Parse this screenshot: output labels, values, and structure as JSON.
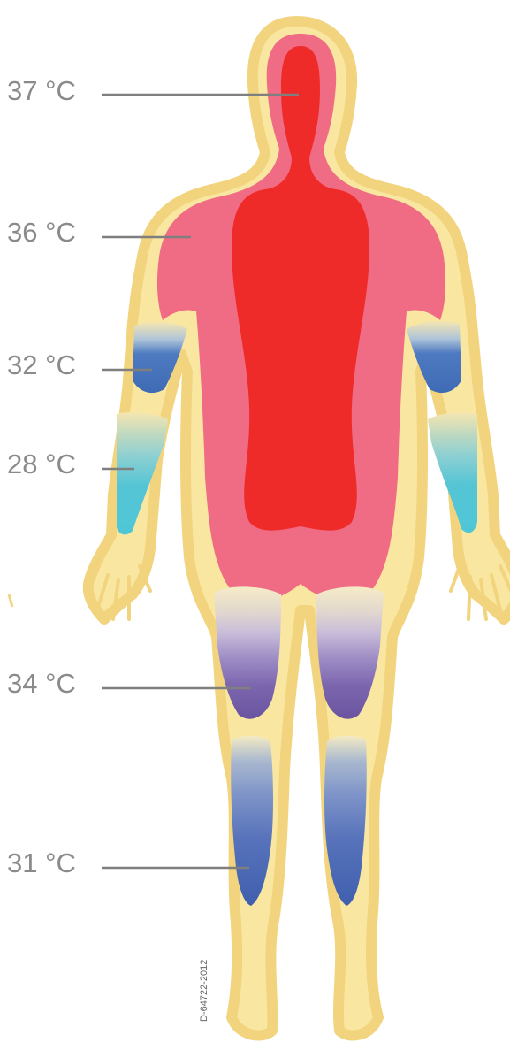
{
  "labels": {
    "head": "37 °C",
    "torso": "36 °C",
    "upper_arm": "32 °C",
    "forearm": "28 °C",
    "thigh": "34 °C",
    "calf": "31 °C"
  },
  "figure_code": "D-64722-2012",
  "colors": {
    "skin": "#f9e7a1",
    "skin_outline": "#f2d47e",
    "core": "#ee2b29",
    "shell": "#f06b84",
    "upper_arm_blue": "#3f6bb5",
    "forearm_cyan": "#4ec6d6",
    "thigh_purple": "#6a54a0",
    "calf_blue": "#3f5fae",
    "leader": "#7f7f7f",
    "label_text": "#8a8a8a"
  }
}
